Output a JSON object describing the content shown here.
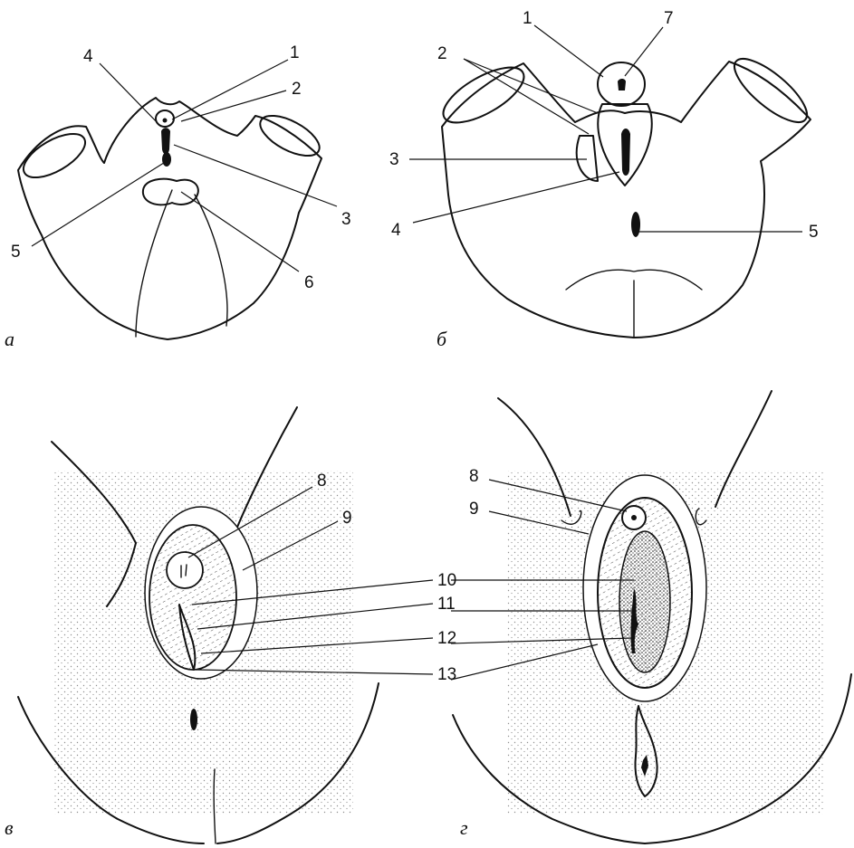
{
  "panels": [
    {
      "letter": "а",
      "labels": [
        "1",
        "2",
        "3",
        "4",
        "5",
        "6"
      ]
    },
    {
      "letter": "б",
      "labels": [
        "1",
        "2",
        "3",
        "4",
        "5",
        "7"
      ]
    },
    {
      "letter": "в",
      "labels": [
        "8",
        "9",
        "10",
        "11",
        "12",
        "13"
      ]
    },
    {
      "letter": "г",
      "labels": [
        "8",
        "9",
        "10",
        "11",
        "12",
        "13"
      ]
    }
  ],
  "colors": {
    "ink": "#111111",
    "paper": "#ffffff"
  }
}
